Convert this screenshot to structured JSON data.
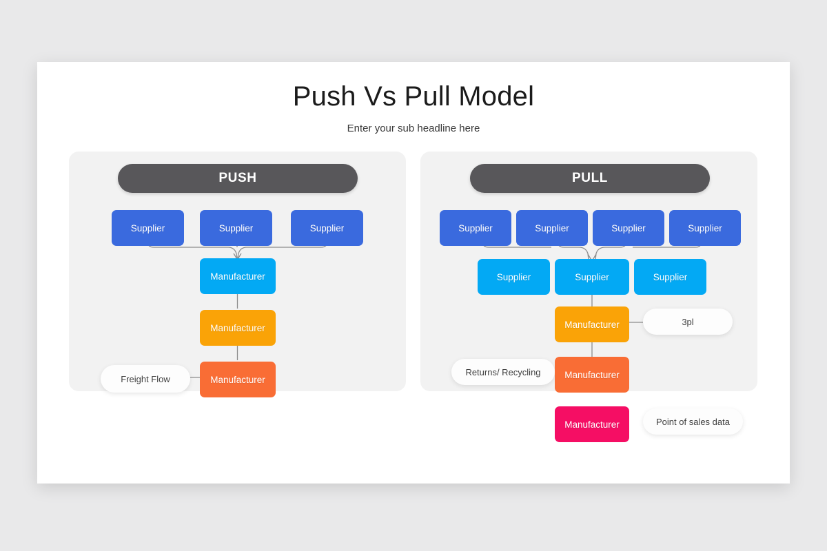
{
  "header": {
    "title": "Push Vs Pull Model",
    "subtitle": "Enter your sub headline here"
  },
  "colors": {
    "background": "#e9e9ea",
    "slide": "#ffffff",
    "panel": "#f2f2f2",
    "panel_header": "#58575a",
    "supplier_blue": "#3a6ade",
    "supplier_cyan": "#03a9f4",
    "manufacturer_cyan": "#03a9f4",
    "manufacturer_amber": "#faa307",
    "manufacturer_orange": "#f96d35",
    "manufacturer_pink": "#f50e64",
    "pill": "#fdfdfd",
    "connector": "#8d8d8d"
  },
  "panels": [
    {
      "id": "push",
      "header": "PUSH",
      "suppliers_top": [
        {
          "label": "Supplier"
        },
        {
          "label": "Supplier"
        },
        {
          "label": "Supplier"
        }
      ],
      "chain": [
        {
          "label": "Manufacturer",
          "color": "#03a9f4"
        },
        {
          "label": "Manufacturer",
          "color": "#faa307"
        },
        {
          "label": "Manufacturer",
          "color": "#f96d35"
        }
      ],
      "pills": [
        {
          "label": "Freight Flow"
        }
      ]
    },
    {
      "id": "pull",
      "header": "PULL",
      "suppliers_top": [
        {
          "label": "Supplier"
        },
        {
          "label": "Supplier"
        },
        {
          "label": "Supplier"
        },
        {
          "label": "Supplier"
        }
      ],
      "suppliers_second": [
        {
          "label": "Supplier"
        },
        {
          "label": "Supplier"
        },
        {
          "label": "Supplier"
        }
      ],
      "chain": [
        {
          "label": "Manufacturer",
          "color": "#faa307"
        },
        {
          "label": "Manufacturer",
          "color": "#f96d35"
        },
        {
          "label": "Manufacturer",
          "color": "#f50e64"
        }
      ],
      "pills": [
        {
          "label": "3pl"
        },
        {
          "label": "Returns/ Recycling"
        },
        {
          "label": "Point of sales data"
        }
      ]
    }
  ]
}
